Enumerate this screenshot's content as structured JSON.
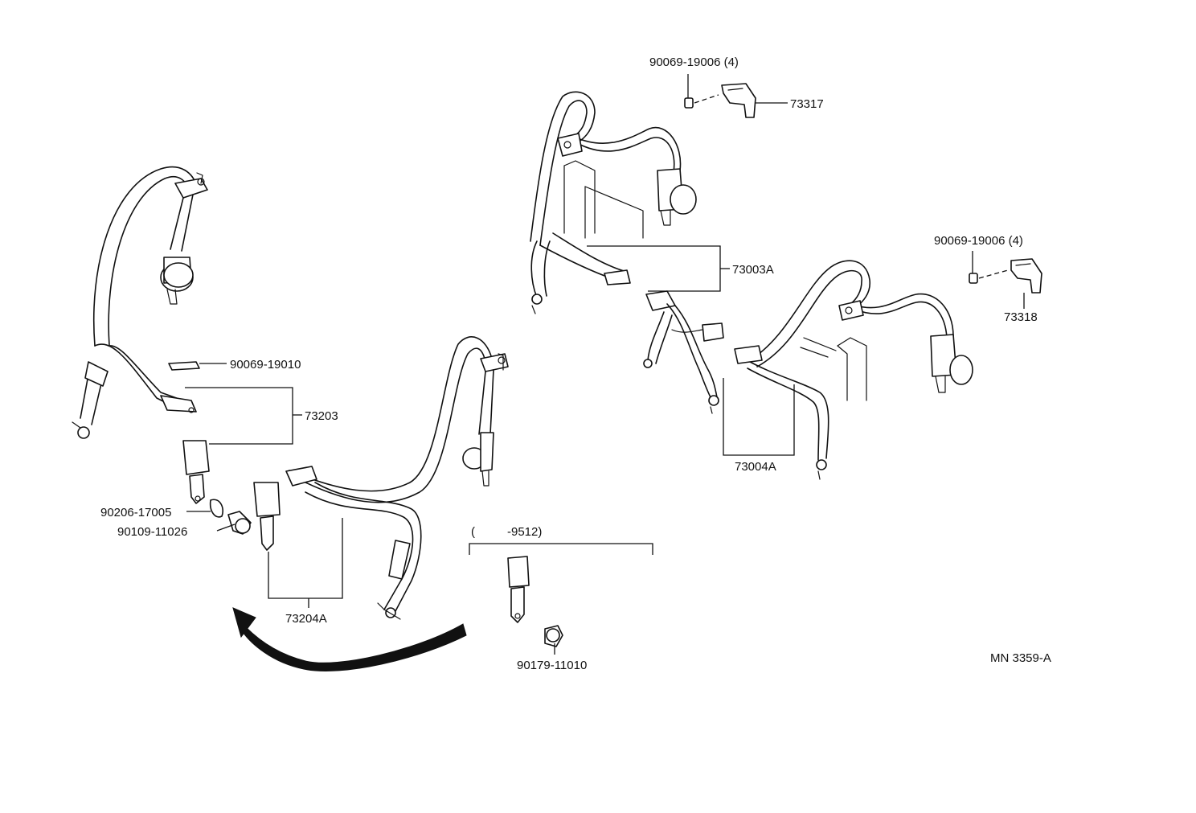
{
  "labels": {
    "bolt_90069_19006_top": "90069-19006 (4)",
    "anchor_cover_73317": "73317",
    "bolt_90069_19006_right": "90069-19006 (4)",
    "anchor_cover_73318": "73318",
    "belt_73003A": "73003A",
    "belt_73004A": "73004A",
    "plate_90069_19010": "90069-19010",
    "belt_73203": "73203",
    "washer_90206_17005": "90206-17005",
    "bolt_90109_11026": "90109-11026",
    "belt_73204A": "73204A",
    "range_open": "(",
    "range_close": "-9512)",
    "nut_90179_11010": "90179-11010",
    "diagram_code": "MN 3359-A"
  }
}
